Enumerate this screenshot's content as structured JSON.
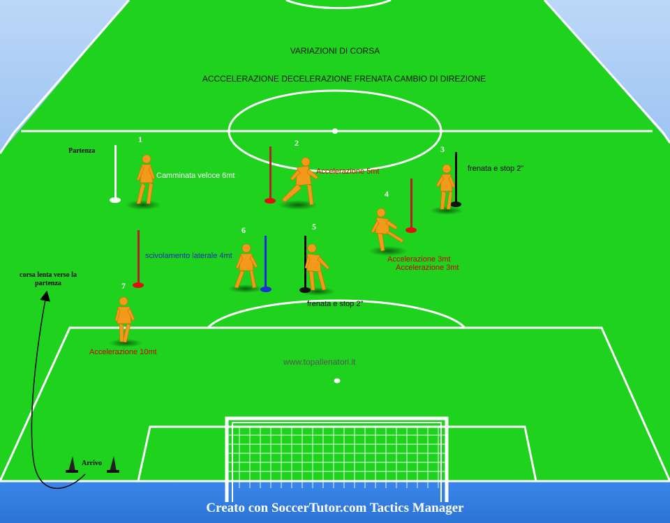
{
  "header": {
    "title": "VARIAZIONI DI CORSA",
    "subtitle": "ACCCELERAZIONE  DECELERAZIONE  FRENATA  CAMBIO DI DIREZIONE"
  },
  "stations": [
    {
      "number": "1",
      "label": "Camminata veloce 6mt",
      "label_color": "#ffffff",
      "pole_color": "#ffffff"
    },
    {
      "number": "2",
      "label": "Accelerazione 5mt",
      "label_color": "#cc0000",
      "pole_color": "#b22222"
    },
    {
      "number": "3",
      "label": "frenata e stop 2\"",
      "label_color": "#000000",
      "pole_color": "#000000"
    },
    {
      "number": "4",
      "label": "Accelerazione 3mt",
      "label_color": "#cc0000",
      "pole_color": "#b22222"
    },
    {
      "number": "5",
      "label": "frenata e stop 2\"",
      "label_color": "#000000",
      "pole_color": "#000000"
    },
    {
      "number": "6",
      "label": "scivolamento laterale 4mt",
      "label_color": "#1a2fb0",
      "pole_color": "#1a2fd8"
    },
    {
      "number": "7",
      "label": "Accelerazione 10mt",
      "label_color": "#cc0000",
      "pole_color": "#b22222"
    }
  ],
  "extra_labels": {
    "accelerazione_3mt_2": "Accelerazione 3mt",
    "partenza": "Partenza",
    "corsa_lenta": "corsa lenta verso la partenza",
    "arrivo": "Arrivo",
    "watermark": "www.topallenatori.it"
  },
  "footer": "Creato con SoccerTutor.com Tactics Manager",
  "colors": {
    "grass": "#1ed21e",
    "lines": "#ffffff",
    "sky": "#5f9ee8",
    "player_kit": "#f39a1a",
    "cone_black": "#222222"
  }
}
